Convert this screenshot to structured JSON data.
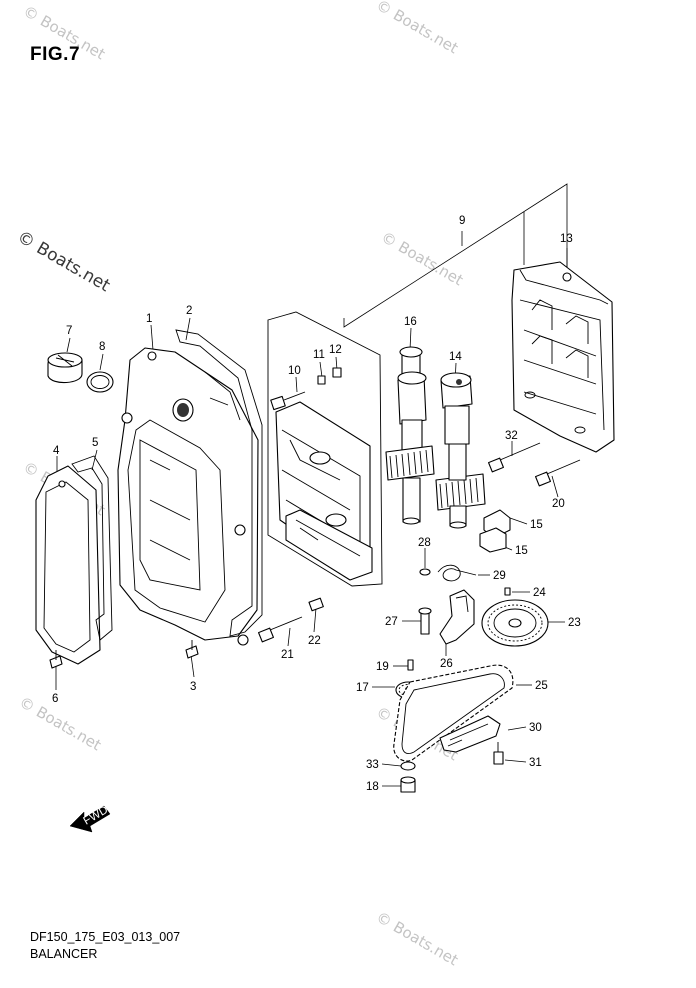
{
  "figure": {
    "title": "FIG.7"
  },
  "footer": {
    "model_code": "DF150_175_E03_013_007",
    "section_name": "BALANCER"
  },
  "watermarks": {
    "primary": "© Boats.net",
    "secondary": "Boats.net"
  },
  "fwd_arrow": {
    "label": "FWD",
    "icon": "forward-arrow-icon"
  },
  "callouts": {
    "p1": "1",
    "p2": "2",
    "p3": "3",
    "p4": "4",
    "p5": "5",
    "p6": "6",
    "p7": "7",
    "p8": "8",
    "p9": "9",
    "p10": "10",
    "p11": "11",
    "p12": "12",
    "p13": "13",
    "p14": "14",
    "p15a": "15",
    "p15b": "15",
    "p16": "16",
    "p17": "17",
    "p18": "18",
    "p19": "19",
    "p20": "20",
    "p21": "21",
    "p22": "22",
    "p23": "23",
    "p24": "24",
    "p25": "25",
    "p26": "26",
    "p27": "27",
    "p28": "28",
    "p29": "29",
    "p30": "30",
    "p31": "31",
    "p32": "32",
    "p33": "33"
  }
}
